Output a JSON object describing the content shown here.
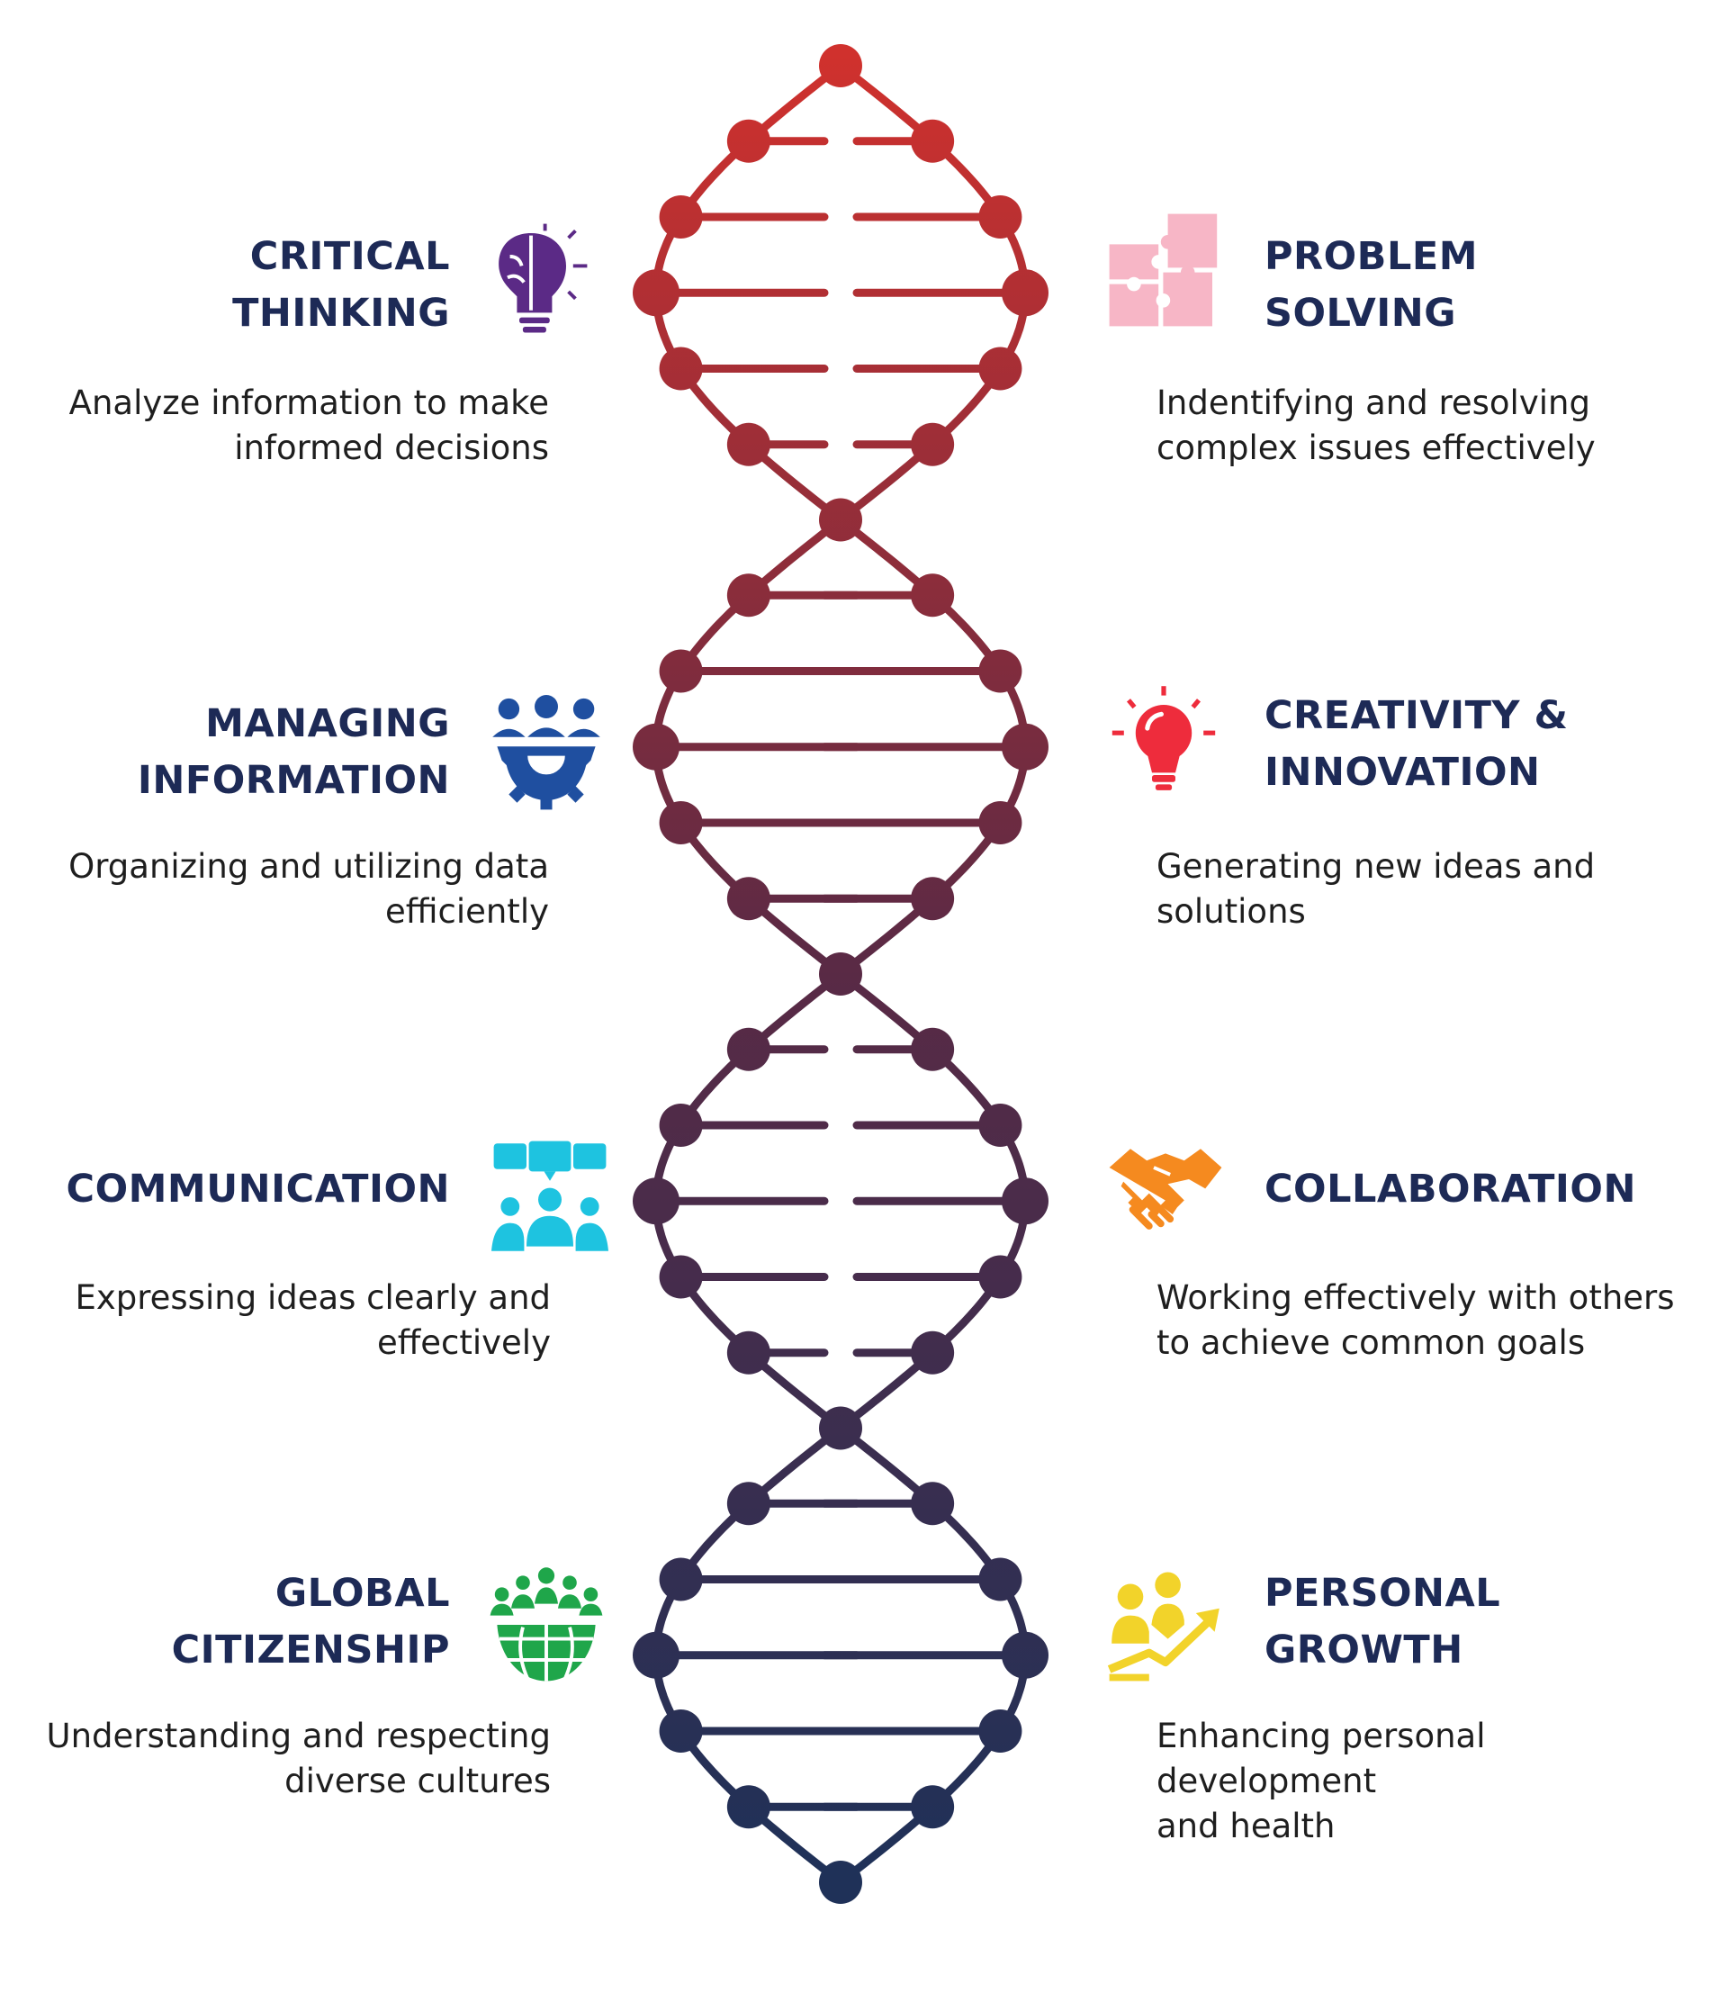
{
  "skills": [
    {
      "id": "critical-thinking",
      "title": "CRITICAL\nTHINKING",
      "description": "Analyze information to make\ninformed decisions",
      "icon": "brain-lightbulb-icon",
      "icon_color": "#5b2a86"
    },
    {
      "id": "problem-solving",
      "title": "PROBLEM\nSOLVING",
      "description": "Indentifying and resolving\ncomplex issues effectively",
      "icon": "puzzle-icon",
      "icon_color": "#f7b6c6"
    },
    {
      "id": "managing-information",
      "title": "MANAGING\nINFORMATION",
      "description": "Organizing and utilizing data\nefficiently",
      "icon": "team-gear-icon",
      "icon_color": "#1f4fa0"
    },
    {
      "id": "creativity-innovation",
      "title": "CREATIVITY &\nINNOVATION",
      "description": "Generating new ideas and\nsolutions",
      "icon": "lightbulb-icon",
      "icon_color": "#ee2c3c"
    },
    {
      "id": "communication",
      "title": "COMMUNICATION",
      "description": "Expressing ideas clearly and\neffectively",
      "icon": "chat-people-icon",
      "icon_color": "#1ec3e0"
    },
    {
      "id": "collaboration",
      "title": "COLLABORATION",
      "description": "Working effectively with others\nto achieve common goals",
      "icon": "handshake-icon",
      "icon_color": "#f58a1f"
    },
    {
      "id": "global-citizenship",
      "title": "GLOBAL\nCITIZENSHIP",
      "description": "Understanding and respecting\ndiverse cultures",
      "icon": "globe-people-icon",
      "icon_color": "#1fa64a"
    },
    {
      "id": "personal-growth",
      "title": "PERSONAL\nGROWTH",
      "description": "Enhancing personal development\nand health",
      "icon": "growth-people-icon",
      "icon_color": "#f2d32a"
    }
  ],
  "helix_colors": {
    "top": "#d0312d",
    "middle": "#5a2a45",
    "bottom": "#1f3158"
  }
}
